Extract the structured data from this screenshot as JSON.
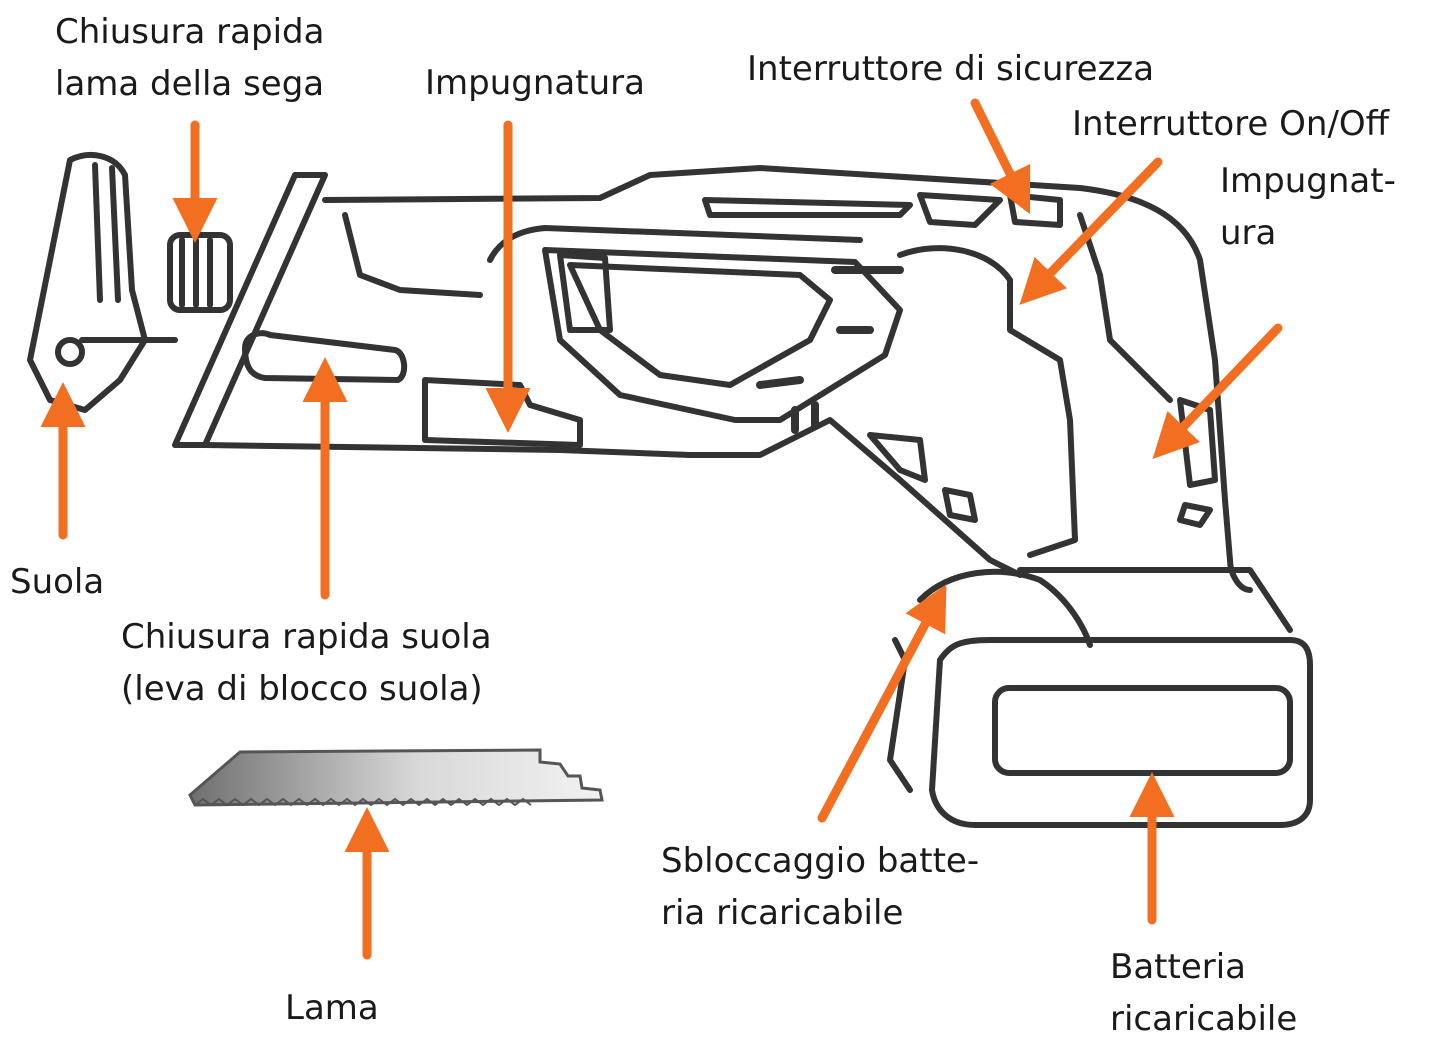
{
  "labels": {
    "blade_clamp": [
      "Chiusura rapida",
      "lama della sega"
    ],
    "grip_front": [
      "Impugnatura"
    ],
    "safety_switch": [
      "Interruttore di sicurezza"
    ],
    "on_off_switch": [
      "Interruttore On/Off"
    ],
    "grip_rear": [
      "Impugnat-",
      "ura"
    ],
    "shoe": [
      "Suola"
    ],
    "shoe_clamp": [
      "Chiusura rapida suola",
      "(leva di blocco suola)"
    ],
    "blade": [
      "Lama"
    ],
    "battery_release": [
      "Sbloccaggio batte-",
      "ria ricaricabile"
    ],
    "battery": [
      "Batteria",
      "ricaricabile"
    ]
  },
  "colors": {
    "arrow": "#f26f21",
    "outline": "#333333",
    "text": "#1a1a1a"
  }
}
